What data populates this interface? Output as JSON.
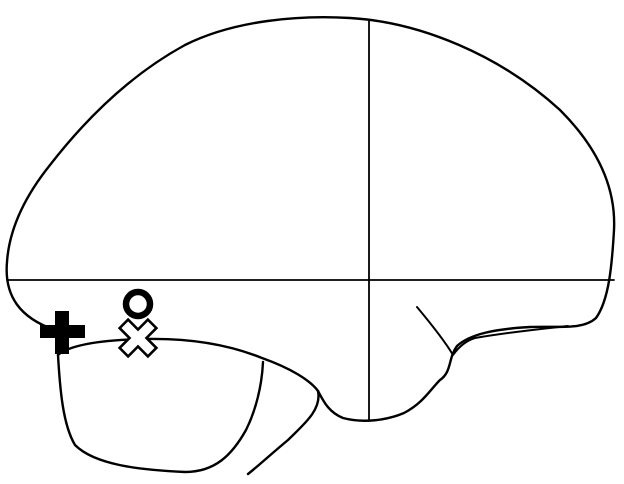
{
  "diagram": {
    "background": "#ffffff",
    "line_color": "#000000",
    "markers": [
      {
        "name": "plus-marker",
        "shape": "filled-plus",
        "color": "#000000"
      },
      {
        "name": "circle-marker",
        "shape": "open-circle",
        "color": "#000000"
      },
      {
        "name": "cross-marker",
        "shape": "open-x",
        "color": "#000000"
      }
    ]
  }
}
